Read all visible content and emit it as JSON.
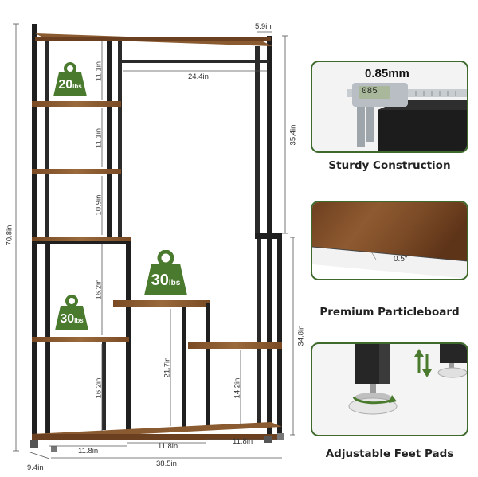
{
  "colors": {
    "accent_green": "#4a7a2e",
    "frame": "#1f1f1f",
    "wood": "#8a5a30",
    "panel_border": "#3e6b2c"
  },
  "dimensions": {
    "top_depth": "5.9in",
    "rod_width": "24.4in",
    "shelf_gap_1": "11.1in",
    "shelf_gap_2": "11.1in",
    "shelf_gap_3": "10.9in",
    "shelf_gap_4": "16.2in",
    "shelf_gap_5": "16.2in",
    "total_height": "70.8in",
    "upper_height": "35.4in",
    "lower_height": "34.8in",
    "step_height_1": "21.7in",
    "step_height_2": "14.2in",
    "bottom_width_1": "11.8in",
    "bottom_width_2": "11.8in",
    "bottom_width_3": "11.8in",
    "total_width": "38.5in",
    "base_depth": "9.4in"
  },
  "weights": {
    "top": {
      "value": "20",
      "unit": "lbs"
    },
    "middle": {
      "value": "30",
      "unit": "lbs"
    },
    "lower": {
      "value": "30",
      "unit": "lbs"
    }
  },
  "features": {
    "caliper_reading": "0.85mm",
    "caliper_display": "085",
    "thickness_label": "0.5\"",
    "sturdy_caption": "Sturdy Construction",
    "particleboard_caption": "Premium Particleboard",
    "feet_caption": "Adjustable Feet Pads"
  },
  "icons": [
    "weight-icon",
    "caliper-icon",
    "up-down-arrows-icon",
    "rotate-arrow-icon"
  ]
}
